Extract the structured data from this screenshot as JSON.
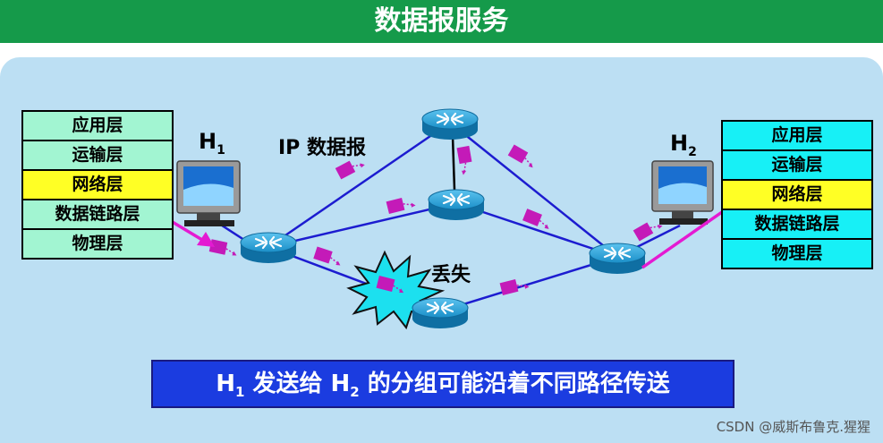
{
  "title": "数据报服务",
  "left_stack": [
    "应用层",
    "运输层",
    "网络层",
    "数据链路层",
    "物理层"
  ],
  "right_stack": [
    "应用层",
    "运输层",
    "网络层",
    "数据链路层",
    "物理层"
  ],
  "highlight_layer": "网络层",
  "hosts": {
    "h1": {
      "main": "H",
      "sub": "1"
    },
    "h2": {
      "main": "H",
      "sub": "2"
    }
  },
  "labels": {
    "ip_datagram": "IP 数据报",
    "lost": "丢失"
  },
  "caption": {
    "p1": "H",
    "s1": "1",
    "p2": " 发送给 H",
    "s2": "2",
    "p3": " 的分组可能沿着不同路径传送"
  },
  "watermark": "CSDN @威斯布鲁克.猩猩",
  "colors": {
    "title_bg": "#159a4a",
    "panel_bg": "#bcdff3",
    "link": "#1c1cd0",
    "packet": "#c41ab8",
    "highlight": "#ffff25",
    "left_stack": "#a2f5d2",
    "right_stack": "#17f0f6",
    "router": "#1b8fc8"
  }
}
